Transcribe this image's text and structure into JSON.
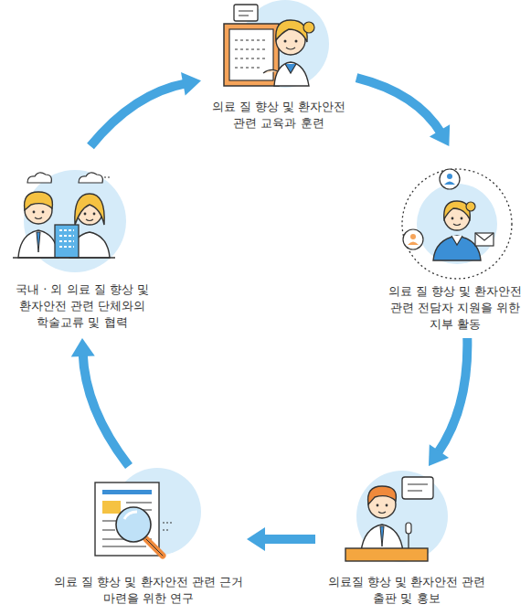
{
  "diagram": {
    "nodes": [
      {
        "text": [
          "의료 질 향상 및 환자안전 관련 교육과 훈련"
        ]
      },
      {
        "text": [
          "의료 질 향상 및 환자안전 관련 전담자 지원을 위한 지부 활동"
        ]
      },
      {
        "text": [
          "의료질 향상 및 환자안전 관련 출판 및 홍보"
        ]
      },
      {
        "text": [
          "의료 질 향상 및 환자안전 관련 근거 마련을 위한 연구"
        ]
      },
      {
        "text": [
          "국내 · 외 의료 질 향상 및 환자안전 관련 단체와의 학술교류 및 협력"
        ]
      }
    ],
    "edges": [
      {
        "from": 0,
        "to": 1,
        "arrow": "to"
      },
      {
        "from": 1,
        "to": 2,
        "arrow": "to"
      },
      {
        "from": 2,
        "to": 3,
        "arrow": "to"
      },
      {
        "from": 3,
        "to": 4,
        "arrow": "to"
      },
      {
        "from": 4,
        "to": 0,
        "arrow": "to"
      }
    ]
  }
}
